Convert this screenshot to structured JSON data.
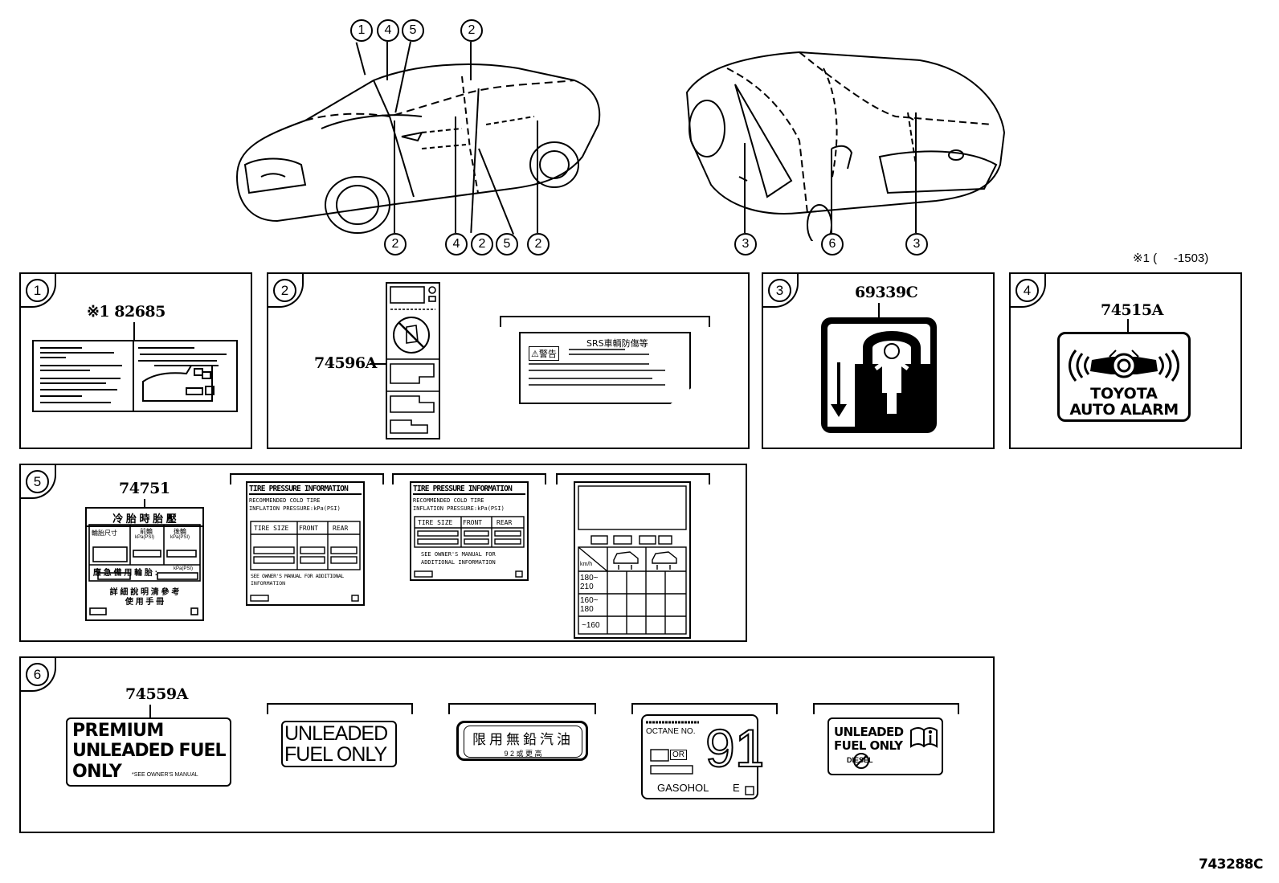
{
  "callouts_top_left": [
    "1",
    "4",
    "5",
    "2"
  ],
  "callouts_bottom_left": [
    "2",
    "4",
    "2",
    "5",
    "2"
  ],
  "callouts_right": [
    "3",
    "6",
    "3"
  ],
  "note": "※1 (     -1503)",
  "drawing_id": "743288C",
  "panels": {
    "p1": {
      "num": "1",
      "part": "※1 82685"
    },
    "p2": {
      "num": "2",
      "part": "74596A",
      "srs_title": "SRS車輌防傷等",
      "warning": "⚠警告"
    },
    "p3": {
      "num": "3",
      "part": "69339C"
    },
    "p4": {
      "num": "4",
      "part": "74515A",
      "line1": "TOYOTA",
      "line2": "AUTO ALARM"
    },
    "p5": {
      "num": "5",
      "part": "74751",
      "cn_title": "冷 胎 時 胎 壓",
      "cn_col1": "輪胎尺寸",
      "cn_col2": "前輪",
      "cn_col2b": "kPa(PSI)",
      "cn_col3": "後輪",
      "cn_col3b": "kPa(PSI)",
      "cn_spare": "應 急 備 用 輪 胎 :",
      "cn_spare_unit": "kPa(PSI)",
      "cn_foot1": "詳 細 說 明 清 參 考",
      "cn_foot2": "使 用 手 冊",
      "tp1_title": "TIRE PRESSURE INFORMATION",
      "tp1_l1": "RECOMMENDED COLD TIRE",
      "tp1_l2": "INFLATION PRESSURE:kPa(PSI)",
      "tp1_h1": "TIRE SIZE",
      "tp1_h2": "FRONT",
      "tp1_h3": "REAR",
      "tp1_f1": "SEE OWNER'S MANUAL FOR ADDITIONAL",
      "tp1_f2": "INFORMATION",
      "tp2_title": "TIRE PRESSURE INFORMATION",
      "tp2_l1": "RECOMMENDED COLD TIRE",
      "tp2_l2": "INFLATION PRESSURE:kPa(PSI)",
      "tp2_h1": "TIRE SIZE",
      "tp2_h2": "FRONT",
      "tp2_h3": "REAR",
      "tp2_f1": "SEE OWNER'S MANUAL FOR",
      "tp2_f2": "ADDITIONAL INFORMATION",
      "sp_unit": "km/h",
      "sp_rows": [
        "180~\n210",
        "160~\n180",
        "~160"
      ]
    },
    "p6": {
      "num": "6",
      "part": "74559A",
      "l1a": "PREMIUM",
      "l1b": "UNLEADED FUEL",
      "l1c": "ONLY",
      "l1note": "*SEE OWNER'S MANUAL",
      "l2a": "UNLEADED",
      "l2b": "FUEL ONLY",
      "l3a": "限用無鉛汽油",
      "l3b": "9 2 或 更 高",
      "l4a": "OCTANE NO.",
      "l4b": "OR",
      "l4num": "91",
      "l4c": "GASOHOL",
      "l5a": "UNLEADED",
      "l5b": "FUEL ONLY",
      "l5c": "DIESEL"
    }
  }
}
